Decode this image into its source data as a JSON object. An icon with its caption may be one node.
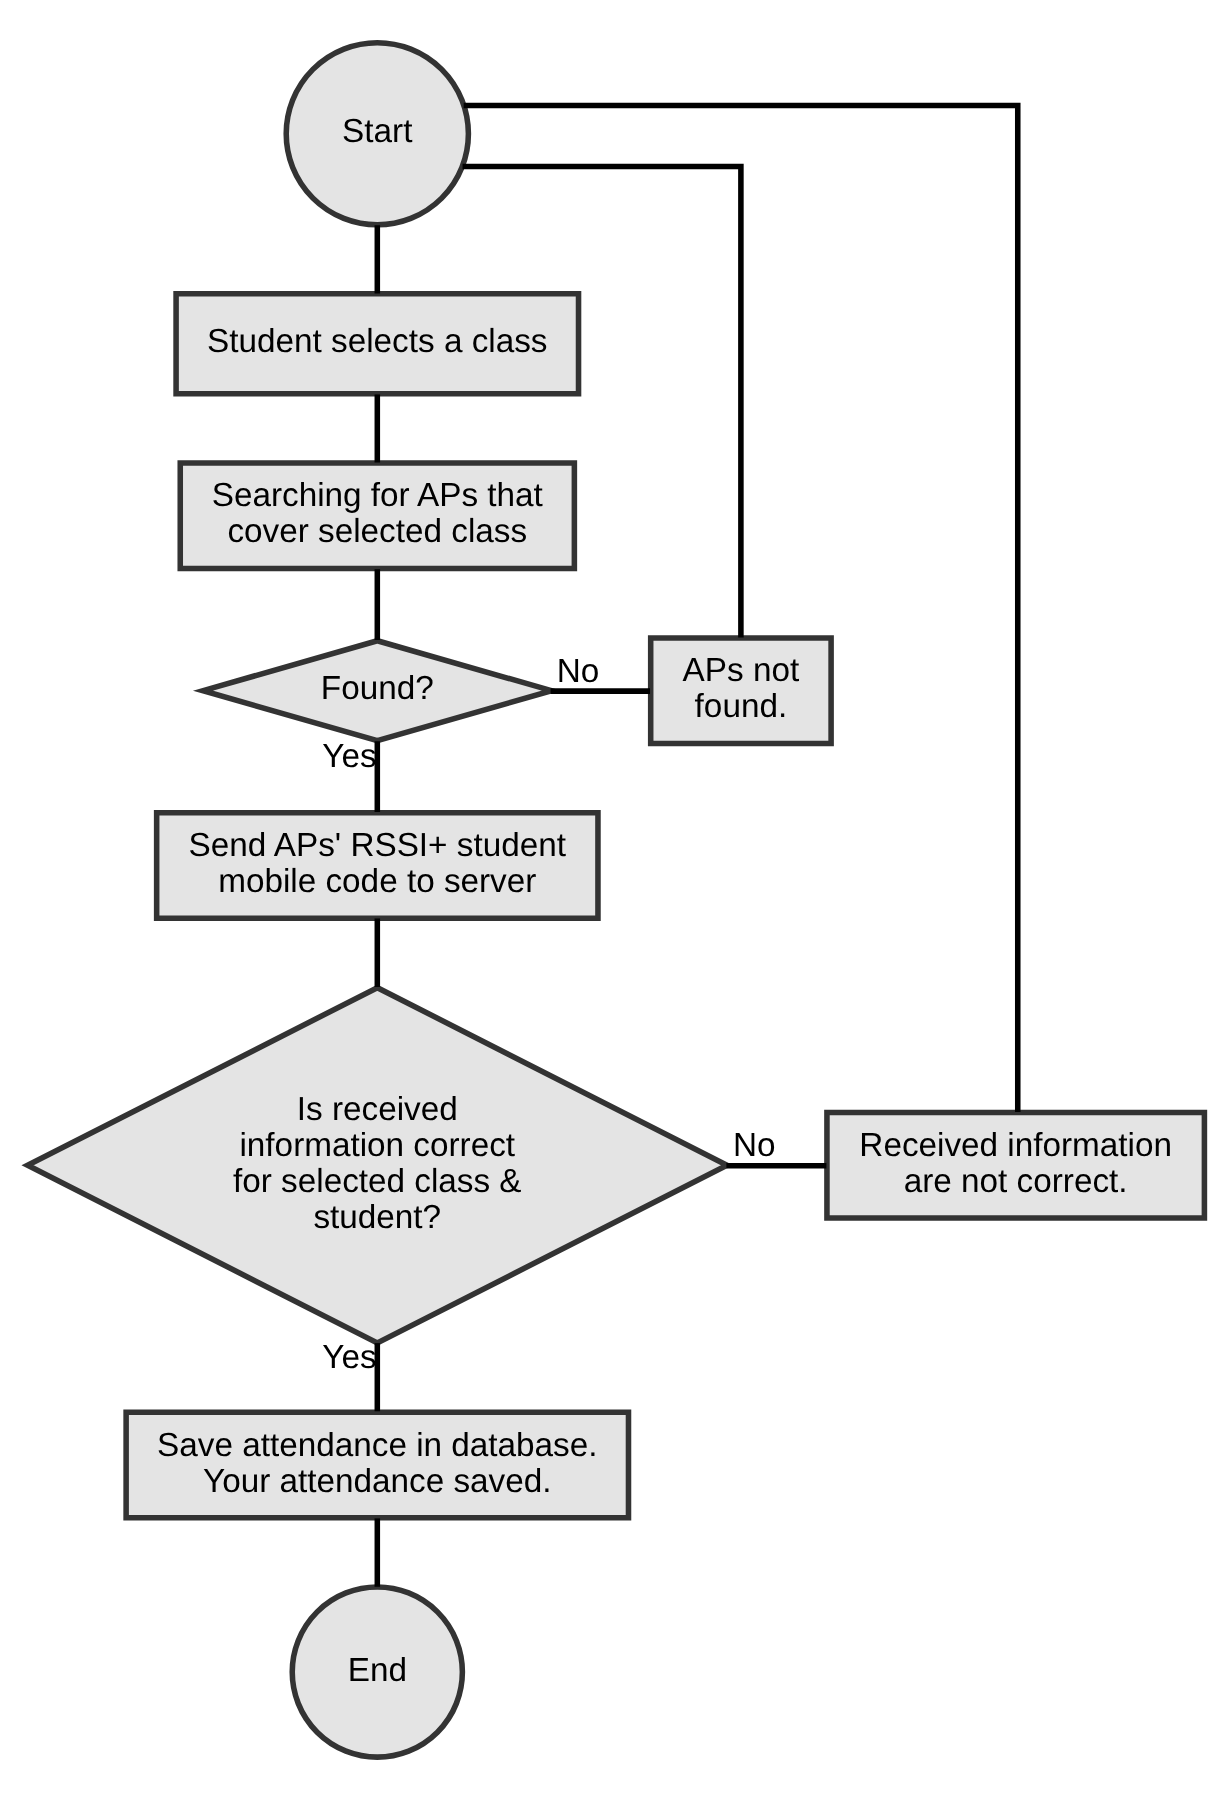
{
  "diagram": {
    "nodes": [
      {
        "text": [
          "Start"
        ]
      },
      {
        "text": [
          "Student selects a class"
        ]
      },
      {
        "text": [
          "Searching for APs that cover selected class"
        ]
      },
      {
        "text": [
          "Found?"
        ]
      },
      {
        "text": [
          "APs not found."
        ]
      },
      {
        "text": [
          "Send APs' RSSI+ student mobile code to server"
        ]
      },
      {
        "text": [
          "Is received information correct for selected class & student?"
        ]
      },
      {
        "text": [
          "Received information are not correct."
        ]
      },
      {
        "text": [
          "Save attendance in database. Your attendance saved."
        ]
      },
      {
        "text": [
          "End"
        ]
      }
    ],
    "edges": [
      {
        "from": 0,
        "to": 1,
        "arrow": "none"
      },
      {
        "from": 1,
        "to": 2,
        "arrow": "none"
      },
      {
        "from": 2,
        "to": 3,
        "arrow": "none"
      },
      {
        "from": 3,
        "to": 4,
        "arrow": "none",
        "label": "No"
      },
      {
        "from": 4,
        "to": 0,
        "arrow": "none"
      },
      {
        "from": 3,
        "to": 5,
        "arrow": "none",
        "label": "Yes"
      },
      {
        "from": 5,
        "to": 6,
        "arrow": "none"
      },
      {
        "from": 6,
        "to": 7,
        "arrow": "none",
        "label": "No"
      },
      {
        "from": 7,
        "to": 0,
        "arrow": "none"
      },
      {
        "from": 6,
        "to": 8,
        "arrow": "none",
        "label": "Yes"
      },
      {
        "from": 8,
        "to": 9,
        "arrow": "none"
      }
    ]
  }
}
